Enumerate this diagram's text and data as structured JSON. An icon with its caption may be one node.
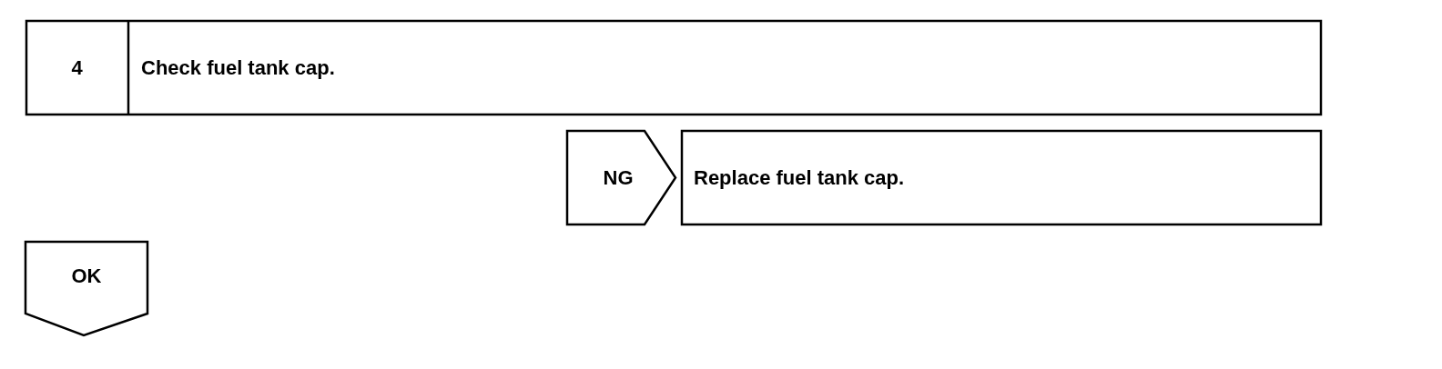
{
  "diagram": {
    "nodes": [
      {
        "text": [
          "4",
          "Check fuel tank cap."
        ]
      },
      {
        "text": [
          "NG"
        ]
      },
      {
        "text": [
          "Replace fuel tank cap."
        ]
      },
      {
        "text": [
          "OK"
        ]
      }
    ]
  }
}
